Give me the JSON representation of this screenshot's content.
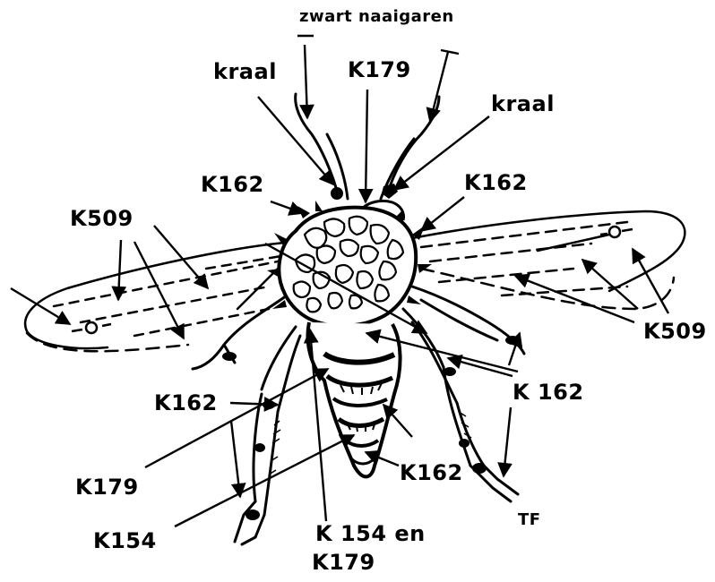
{
  "diagram": {
    "colors": {
      "ink": "#000000",
      "paper": "#ffffff"
    },
    "labels": {
      "zwart_naaigaren": "zwart naaigaren",
      "kraal_left": "kraal",
      "kraal_right": "kraal",
      "k179_top": "K179",
      "k162_upper_left": "K162",
      "k162_upper_right": "K162",
      "k509_left": "K509",
      "k509_right": "K509",
      "k162_right": "K 162",
      "k162_left": "K162",
      "k162_bottom": "K162",
      "k179_left": "K179",
      "k154_left": "K154",
      "k154_en": "K 154 en",
      "k179_bottom": "K179",
      "initials": "TF"
    }
  }
}
